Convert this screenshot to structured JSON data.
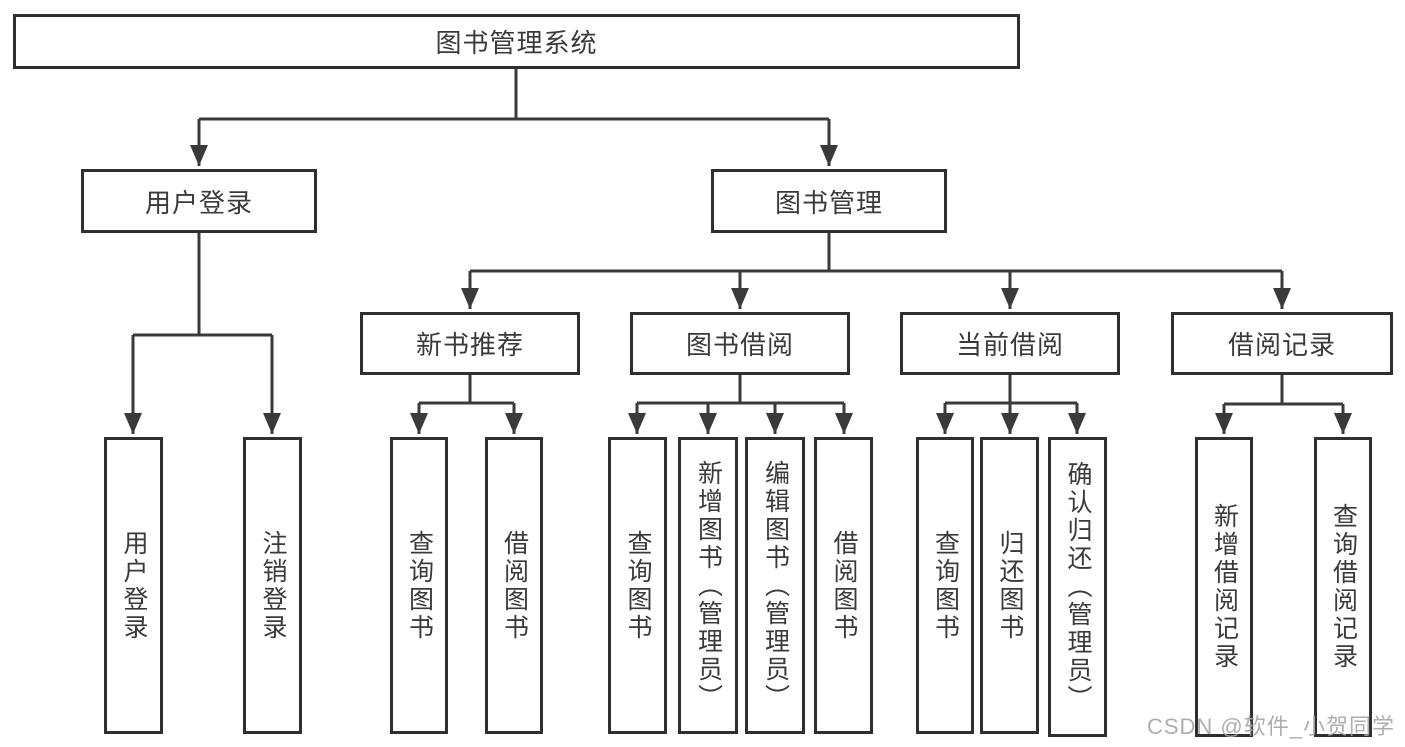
{
  "diagram": {
    "title": "图书管理系统",
    "watermark": "CSDN @软件_小贺同学",
    "colors": {
      "line": "#3a3a3a",
      "box_border": "#2f2f2f",
      "text": "#3a3a3a",
      "watermark": "#a5a5a5",
      "background": "#ffffff"
    },
    "level2": {
      "user_login": "用户登录",
      "book_mgmt": "图书管理"
    },
    "level3": {
      "new_book_recommend": "新书推荐",
      "book_borrow": "图书借阅",
      "current_borrow": "当前借阅",
      "borrow_records": "借阅记录"
    },
    "leaves": {
      "user_login": "用户登录",
      "logout": "注销登录",
      "query_book_1": "查询图书",
      "borrow_book_1": "借阅图书",
      "query_book_2": "查询图书",
      "add_book": "新增图书（管理员）",
      "edit_book": "编辑图书（管理员）",
      "borrow_book_2": "借阅图书",
      "query_book_3": "查询图书",
      "return_book": "归还图书",
      "confirm_return": "确认归还（管理员）",
      "add_borrow_record": "新增借阅记录",
      "query_borrow_record": "查询借阅记录"
    }
  }
}
